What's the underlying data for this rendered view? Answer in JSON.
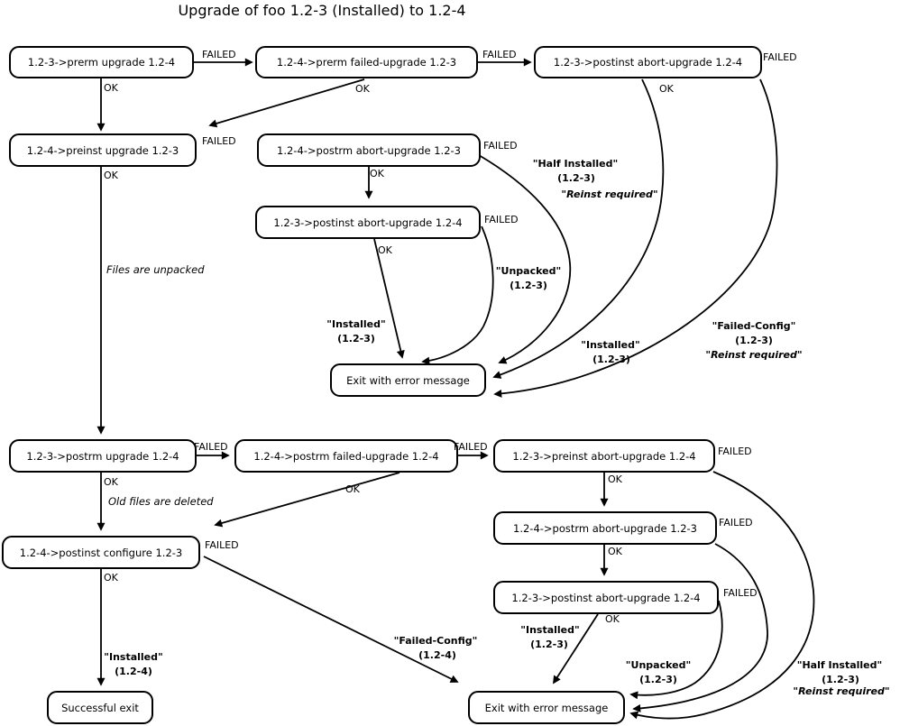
{
  "title": "Upgrade of foo 1.2-3 (Installed) to 1.2-4",
  "nodes": [
    {
      "label": "1.2-3->prerm upgrade 1.2-4"
    },
    {
      "label": "1.2-4->prerm failed-upgrade 1.2-3"
    },
    {
      "label": "1.2-3->postinst abort-upgrade 1.2-4"
    },
    {
      "label": "1.2-4->preinst upgrade 1.2-3"
    },
    {
      "label": "1.2-4->postrm abort-upgrade 1.2-3"
    },
    {
      "label": "1.2-3->postinst abort-upgrade 1.2-4"
    },
    {
      "label": "Exit with error message"
    },
    {
      "label": "1.2-3->postrm upgrade 1.2-4"
    },
    {
      "label": "1.2-4->postrm failed-upgrade 1.2-4"
    },
    {
      "label": "1.2-3->preinst abort-upgrade 1.2-4"
    },
    {
      "label": "1.2-4->postrm abort-upgrade 1.2-3"
    },
    {
      "label": "1.2-4->postinst configure 1.2-3"
    },
    {
      "label": "1.2-3->postinst abort-upgrade 1.2-4"
    },
    {
      "label": "Successful exit"
    },
    {
      "label": "Exit with error message"
    }
  ],
  "edge_labels": {
    "failed": "FAILED",
    "ok": "OK"
  },
  "state_labels": [
    {
      "lines": [
        "\"Half Installed\"",
        "(1.2-3)",
        "\"Reinst required\""
      ]
    },
    {
      "lines": [
        "\"Unpacked\"",
        "(1.2-3)"
      ]
    },
    {
      "lines": [
        "\"Installed\"",
        "(1.2-3)"
      ]
    },
    {
      "lines": [
        "\"Installed\"",
        "(1.2-3)"
      ]
    },
    {
      "lines": [
        "\"Failed-Config\"",
        "(1.2-3)",
        "\"Reinst required\""
      ]
    },
    {
      "lines": [
        "\"Installed\"",
        "(1.2-4)"
      ]
    },
    {
      "lines": [
        "\"Failed-Config\"",
        "(1.2-4)"
      ]
    },
    {
      "lines": [
        "\"Installed\"",
        "(1.2-3)"
      ]
    },
    {
      "lines": [
        "\"Unpacked\"",
        "(1.2-3)"
      ]
    },
    {
      "lines": [
        "\"Half Installed\"",
        "(1.2-3)",
        "\"Reinst required\""
      ]
    }
  ],
  "annotations": [
    "Files are unpacked",
    "Old files are deleted"
  ]
}
